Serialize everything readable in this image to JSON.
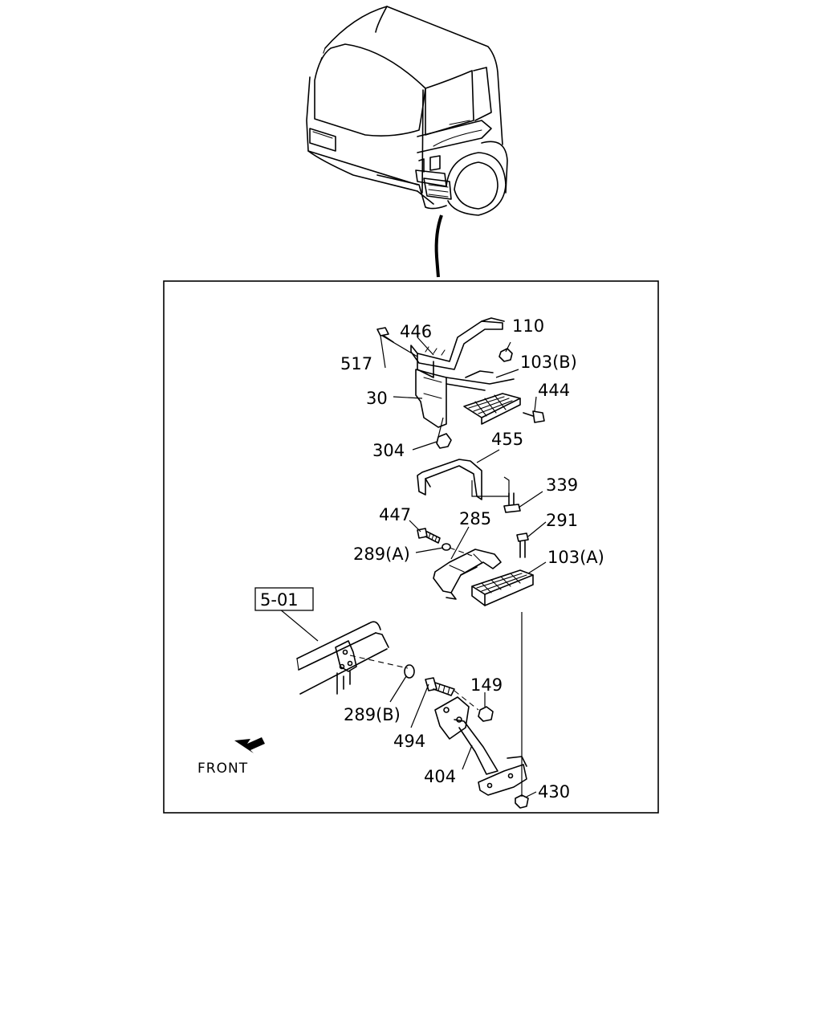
{
  "diagram": {
    "reference_box": "5-01",
    "front_label": "FRONT",
    "parts": {
      "p446": "446",
      "p110": "110",
      "p517": "517",
      "p103b": "103(B)",
      "p30": "30",
      "p444": "444",
      "p304": "304",
      "p455": "455",
      "p339": "339",
      "p447": "447",
      "p285": "285",
      "p291": "291",
      "p289a": "289(A)",
      "p103a": "103(A)",
      "p289b": "289(B)",
      "p149": "149",
      "p494": "494",
      "p404": "404",
      "p430": "430"
    }
  }
}
